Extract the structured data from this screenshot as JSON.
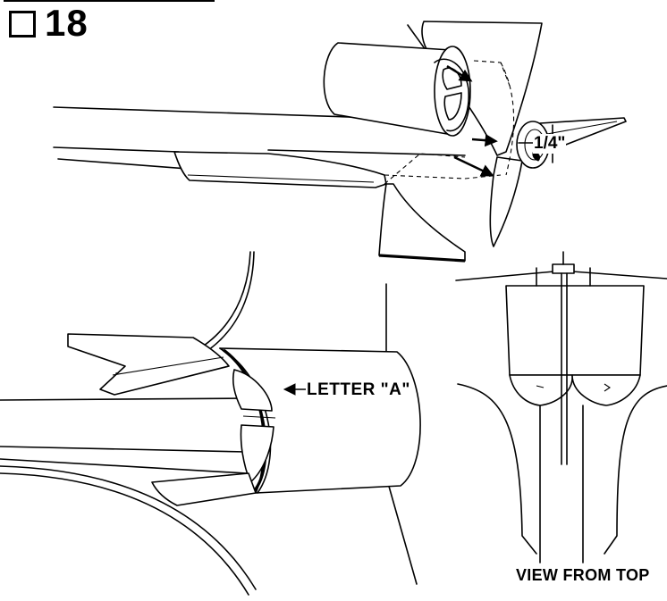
{
  "step": {
    "number": "18",
    "checkbox_state": "unchecked"
  },
  "labels": {
    "dimension": "1/4\"",
    "letter_a": "LETTER \"A\"",
    "view_from_top": "VIEW FROM TOP"
  },
  "icons": {
    "step_checkbox": "empty-square-checkbox",
    "placement_arrow": "solid-arrow"
  }
}
